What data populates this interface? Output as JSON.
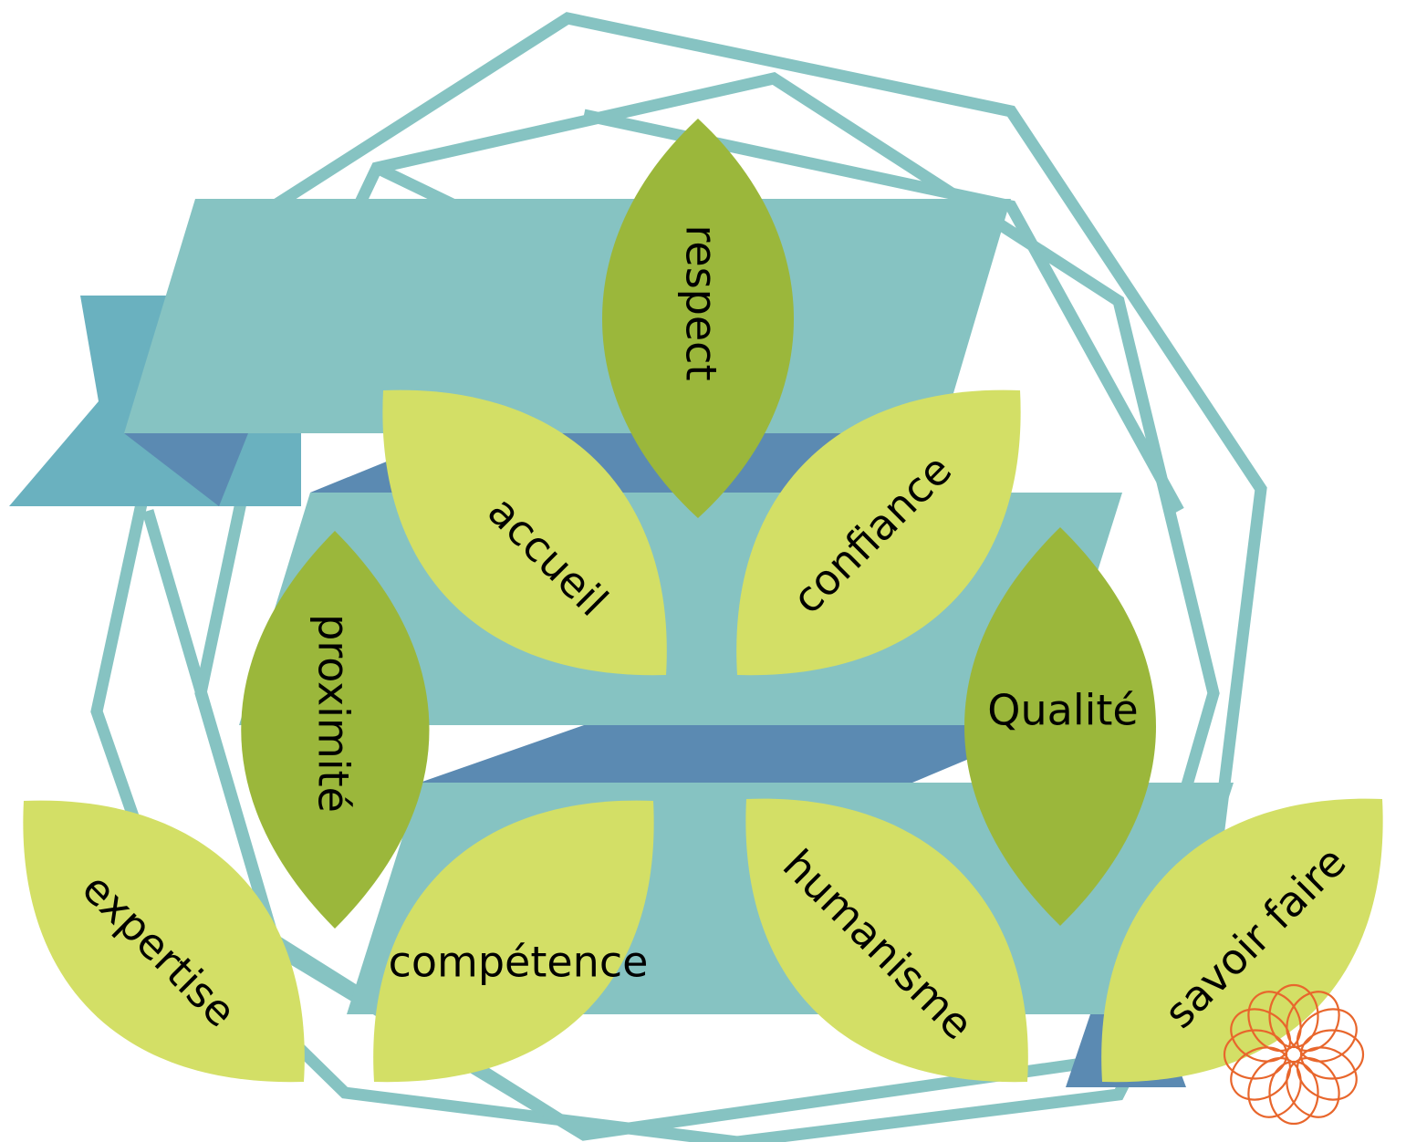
{
  "colors": {
    "frame": "#86c3c2",
    "ribbon": "#86c3c2",
    "ribbon_fold": "#5b8ab2",
    "ribbon_tail": "#6ab1bf",
    "leaf_dark": "#9bb73b",
    "leaf_light": "#d3df66",
    "rosette": "#e8662c"
  },
  "words": {
    "respect": "respect",
    "accueil": "accueil",
    "confiance": "confiance",
    "proximite": "proximité",
    "qualite": "Qualité",
    "expertise": "expertise",
    "competence": "compétence",
    "humanisme": "humanisme",
    "savoir_faire": "savoir faire"
  }
}
